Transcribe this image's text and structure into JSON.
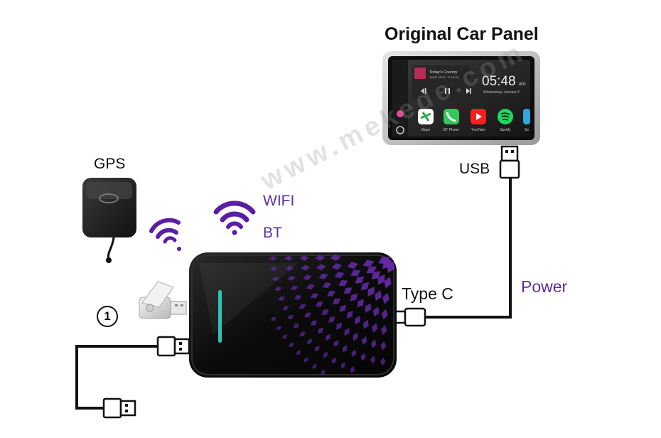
{
  "labels": {
    "title": "Original Car Panel",
    "gps": "GPS",
    "usb": "USB",
    "wifi": "WIFI",
    "bt": "BT",
    "type_c": "Type C",
    "power": "Power",
    "step_marker": "1"
  },
  "watermark": "www.mekede.com",
  "screen": {
    "now_playing_title": "Today's Country",
    "now_playing_sub": "Apple Music Country",
    "clock": "05:48",
    "clock_ampm": "am",
    "date": "Wednesday, January 9",
    "apps": [
      "Maps",
      "BT Phone",
      "YouTube",
      "Spotify",
      "Se"
    ]
  },
  "colors": {
    "accent_purple": "#6a2bb0",
    "wifi_purple": "#5a1fa3",
    "cable": "#111111",
    "led_teal": "#2ec4b6",
    "box_dark": "#101010"
  }
}
